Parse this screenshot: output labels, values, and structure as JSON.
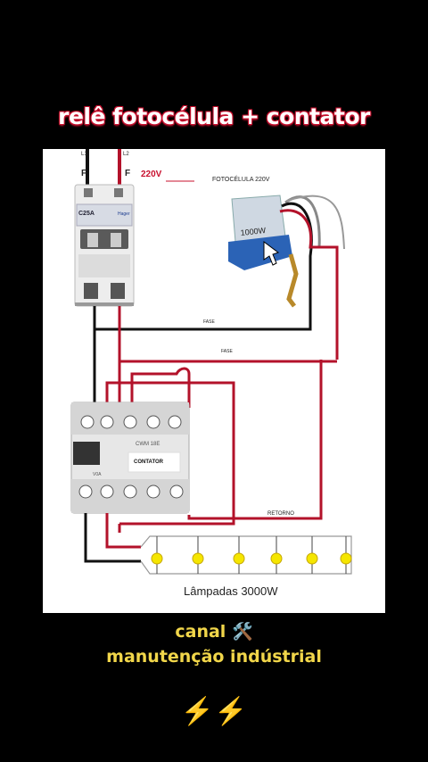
{
  "title": "relê fotocélula + contator",
  "diagram": {
    "l1": "L1",
    "l2": "L2",
    "f1": "F",
    "f2": "F",
    "voltage": "220V",
    "breaker_label": "C25A",
    "breaker_brand": "Hager",
    "photocell_label": "FOTOCÉLULA 220V",
    "photocell_rating": "1000W",
    "fase1": "FASE",
    "fase2": "FASE",
    "contactor_model": "CWM 18E",
    "contactor_label": "CONTATOR",
    "contactor_coil": "V0A",
    "retorno": "RETORNO",
    "lamps_label": "Lâmpadas 3000W"
  },
  "footer": {
    "canal_line1": "canal",
    "tools_icon": "🛠️",
    "canal_line2": "manutenção indústrial",
    "bolts": "⚡⚡"
  }
}
